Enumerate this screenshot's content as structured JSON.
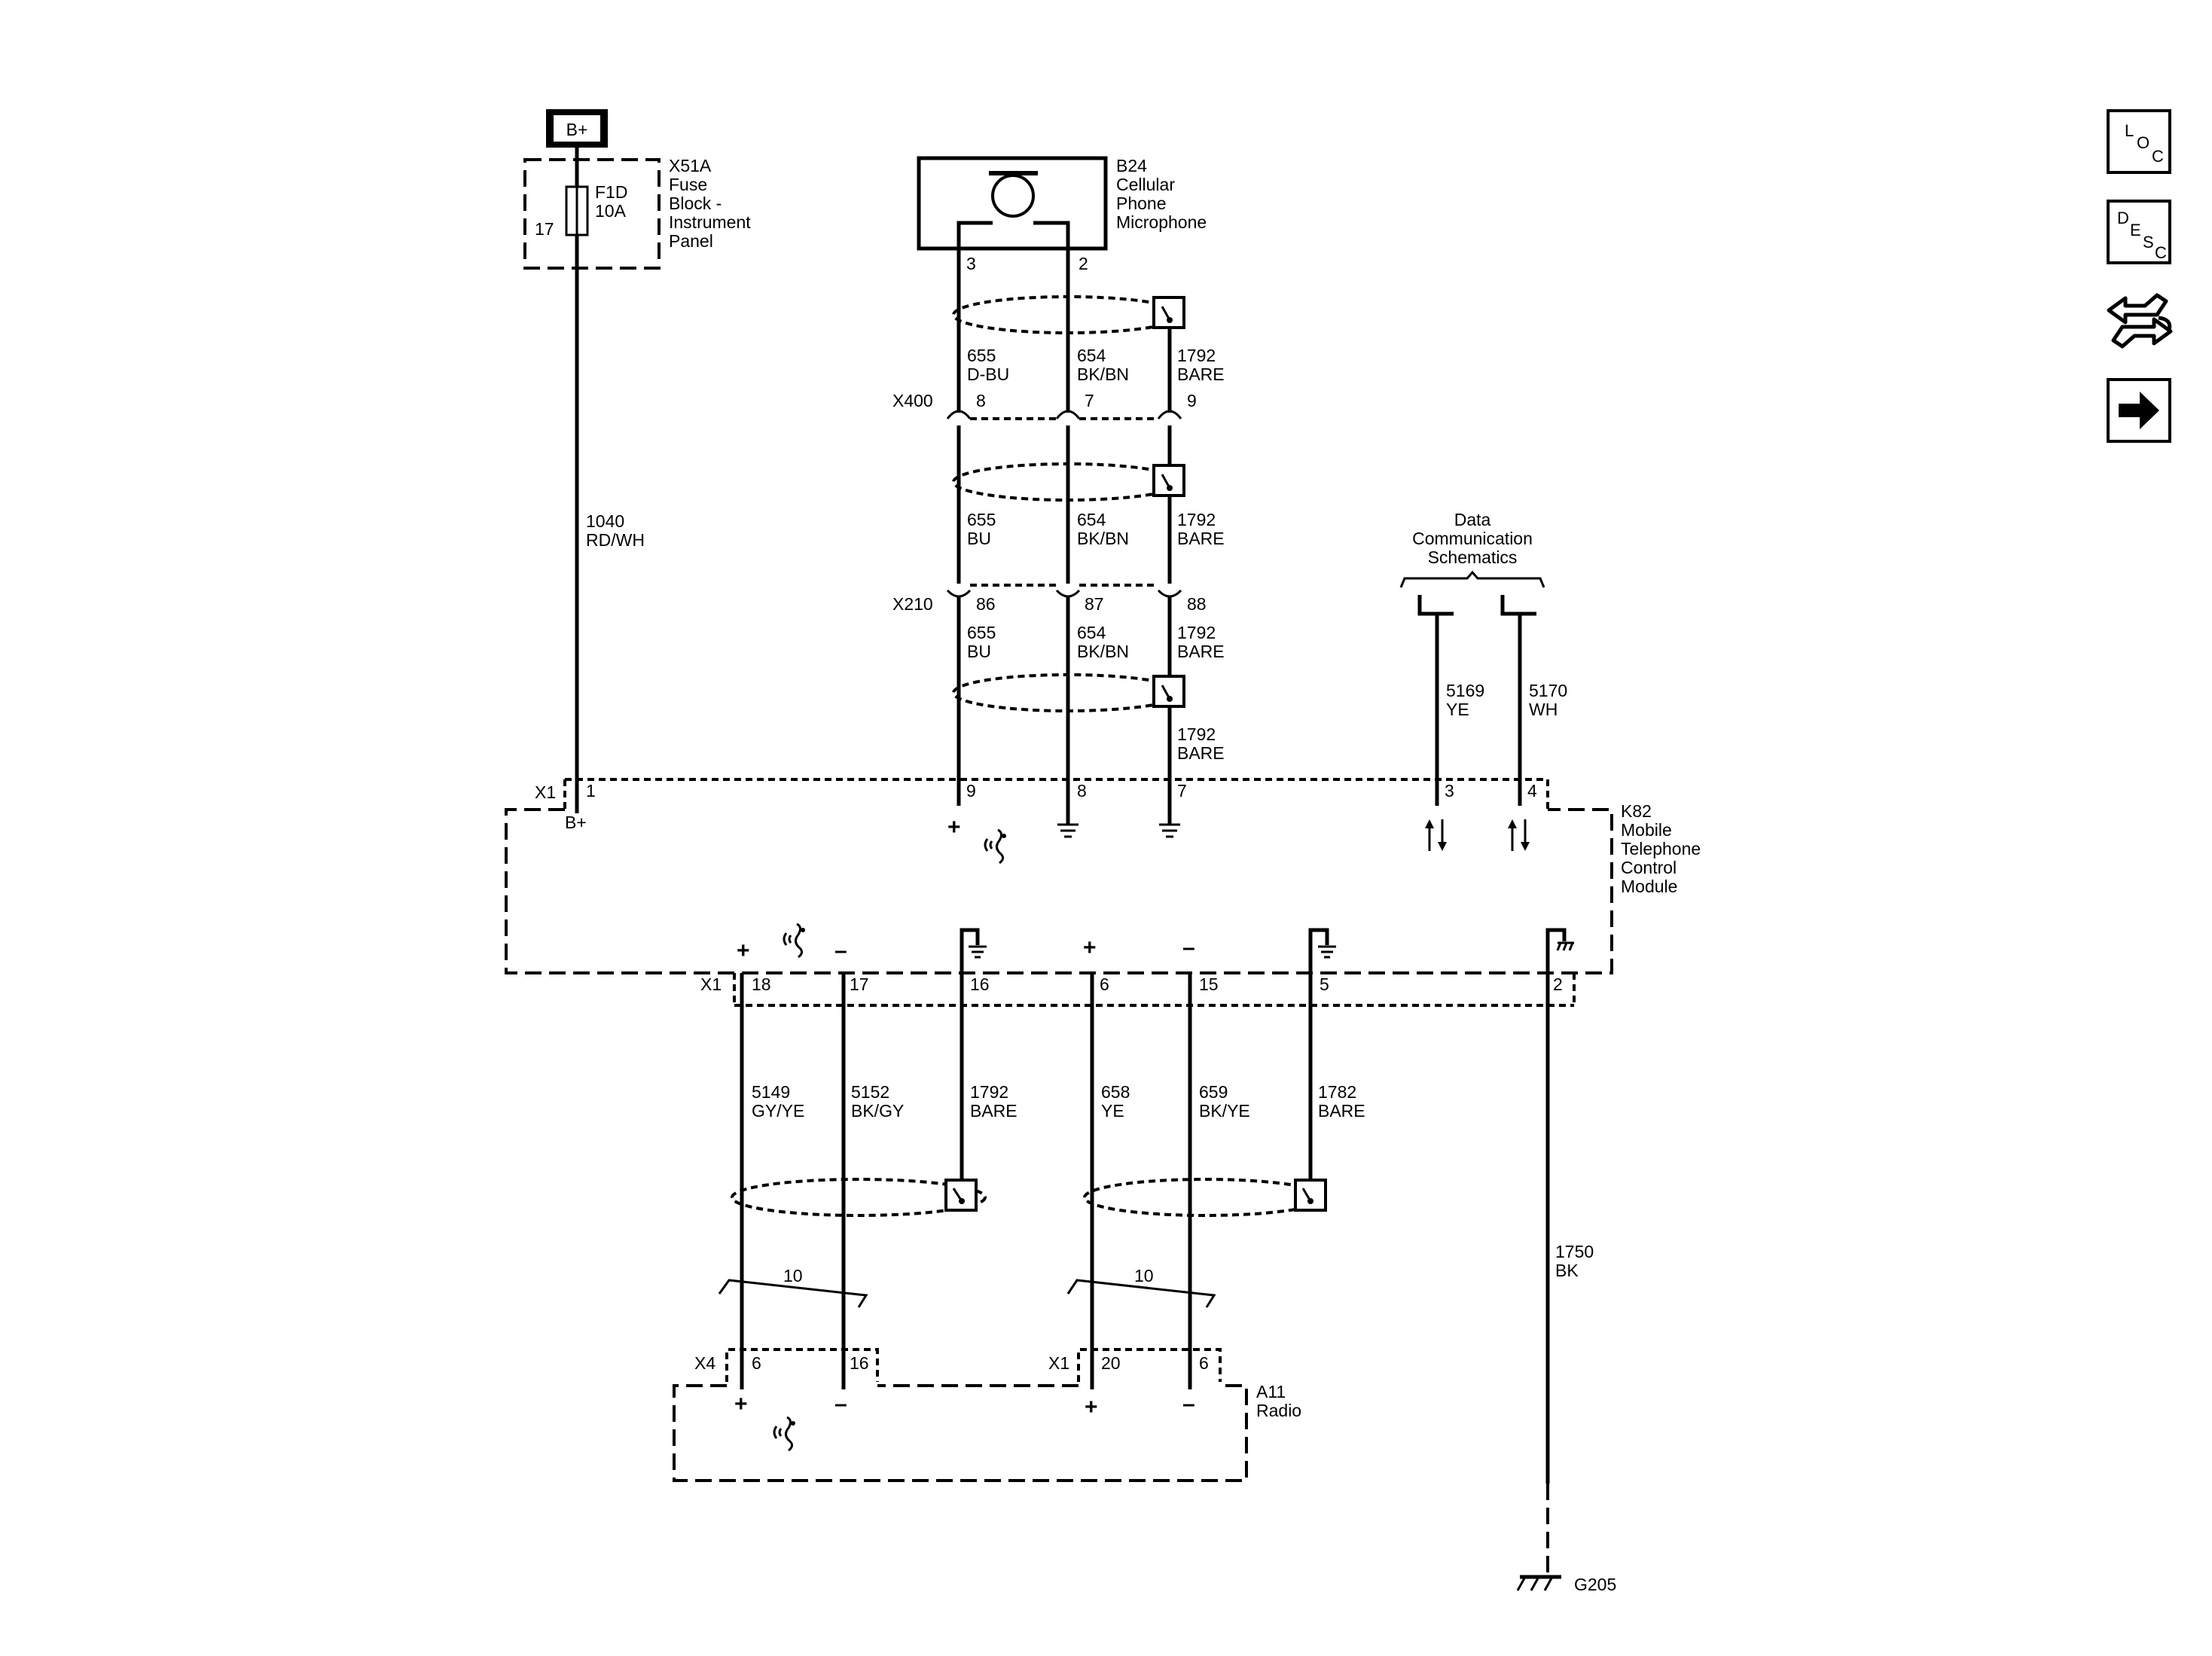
{
  "power": {
    "bplus": "B+"
  },
  "fuse_block": {
    "connector": "X51A",
    "fuse": "F1D",
    "rating": "10A",
    "pin": "17",
    "name_lines": [
      "Fuse",
      "Block -",
      "Instrument",
      "Panel"
    ]
  },
  "microphone": {
    "id": "B24",
    "name_lines": [
      "Cellular",
      "Phone",
      "Microphone"
    ],
    "pin_a": "3",
    "pin_b": "2"
  },
  "connectors": {
    "x400": {
      "name": "X400",
      "pins": [
        "8",
        "7",
        "9"
      ]
    },
    "x210": {
      "name": "X210",
      "pins": [
        "86",
        "87",
        "88"
      ]
    }
  },
  "mic_wires": {
    "seg1": [
      [
        "655",
        "D-BU"
      ],
      [
        "654",
        "BK/BN"
      ],
      [
        "1792",
        "BARE"
      ]
    ],
    "seg2": [
      [
        "655",
        "BU"
      ],
      [
        "654",
        "BK/BN"
      ],
      [
        "1792",
        "BARE"
      ]
    ],
    "seg3": [
      [
        "655",
        "BU"
      ],
      [
        "654",
        "BK/BN"
      ],
      [
        "1792",
        "BARE"
      ]
    ],
    "seg3_drain": [
      "1792",
      "BARE"
    ]
  },
  "fuse_wire": [
    "1040",
    "RD/WH"
  ],
  "data_comm": {
    "lines": [
      "Data",
      "Communication",
      "Schematics"
    ],
    "wires": [
      [
        "5169",
        "YE"
      ],
      [
        "5170",
        "WH"
      ]
    ]
  },
  "module": {
    "id": "K82",
    "name_lines": [
      "Mobile",
      "Telephone",
      "Control",
      "Module"
    ],
    "top_connector": "X1",
    "top_pins": [
      "1",
      "9",
      "8",
      "7",
      "3",
      "4"
    ],
    "bplus_label": "B+",
    "bottom_connector": "X1",
    "bottom_pins": [
      "18",
      "17",
      "16",
      "6",
      "15",
      "5",
      "2"
    ]
  },
  "signs": {
    "plus": "+",
    "minus": "–"
  },
  "lower_wires": [
    [
      "5149",
      "GY/YE"
    ],
    [
      "5152",
      "BK/GY"
    ],
    [
      "1792",
      "BARE"
    ],
    [
      "658",
      "YE"
    ],
    [
      "659",
      "BK/YE"
    ],
    [
      "1782",
      "BARE"
    ]
  ],
  "twist": [
    "10",
    "10"
  ],
  "ground_wire": [
    "1750",
    "BK"
  ],
  "ground": "G205",
  "radio": {
    "id": "A11",
    "name": "Radio",
    "x4": "X4",
    "x4_pins": [
      "6",
      "16"
    ],
    "x1": "X1",
    "x1_pins": [
      "20",
      "6"
    ]
  },
  "side_buttons": {
    "loc": [
      "L",
      "O",
      "C"
    ],
    "desc": [
      "D",
      "E",
      "S",
      "C"
    ]
  }
}
